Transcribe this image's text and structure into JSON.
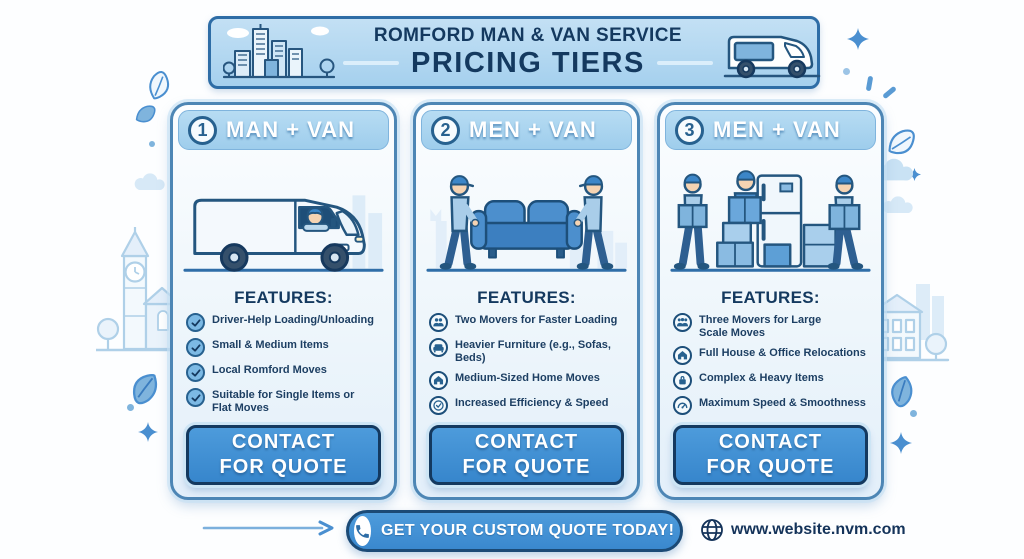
{
  "header": {
    "title": "ROMFORD MAN & VAN SERVICE",
    "subtitle": "PRICING TIERS",
    "left_icon": "city-skyline-icon",
    "right_icon": "van-icon"
  },
  "tiers": [
    {
      "number": "1",
      "title": "MAN + VAN",
      "illustration": "man-with-van",
      "features_heading": "FEATURES:",
      "features": [
        {
          "icon": "check-icon",
          "text": "Driver-Help Loading/Unloading"
        },
        {
          "icon": "check-icon",
          "text": "Small & Medium Items"
        },
        {
          "icon": "check-icon",
          "text": "Local Romford Moves"
        },
        {
          "icon": "check-icon",
          "text": "Suitable for Single Items or Flat Moves"
        }
      ],
      "button": {
        "line1": "CONTACT",
        "line2": "FOR QUOTE"
      }
    },
    {
      "number": "2",
      "title": "MEN + VAN",
      "illustration": "two-movers-with-sofa",
      "features_heading": "FEATURES:",
      "features": [
        {
          "icon": "two-movers-icon",
          "text": "Two Movers for Faster Loading"
        },
        {
          "icon": "sofa-icon",
          "text": "Heavier Furniture (e.g., Sofas, Beds)"
        },
        {
          "icon": "home-icon",
          "text": "Medium-Sized Home Moves"
        },
        {
          "icon": "efficiency-clock-icon",
          "text": "Increased Efficiency & Speed"
        }
      ],
      "button": {
        "line1": "CONTACT",
        "line2": "FOR QUOTE"
      }
    },
    {
      "number": "3",
      "title": "MEN + VAN",
      "illustration": "three-movers-with-boxes-and-fridge",
      "features_heading": "FEATURES:",
      "features": [
        {
          "icon": "three-movers-icon",
          "text": "Three Movers for Large Scale Moves"
        },
        {
          "icon": "home-icon",
          "text": "Full House & Office Relocations"
        },
        {
          "icon": "heavy-item-icon",
          "text": "Complex & Heavy Items"
        },
        {
          "icon": "speed-gauge-icon",
          "text": "Maximum Speed & Smoothness"
        }
      ],
      "button": {
        "line1": "CONTACT",
        "line2": "FOR QUOTE"
      }
    }
  ],
  "footer": {
    "cta": {
      "icon": "phone-icon",
      "label": "GET YOUR CUSTOM QUOTE TODAY!"
    },
    "website": {
      "icon": "globe-icon",
      "url": "www.website.nvm.com"
    }
  },
  "colors": {
    "accent_blue": "#3f93d8",
    "navy": "#16395e",
    "banner_blue": "#aed4ee",
    "card_header_blue": "#a9d3ef",
    "light_blue": "#7fb4dd"
  }
}
